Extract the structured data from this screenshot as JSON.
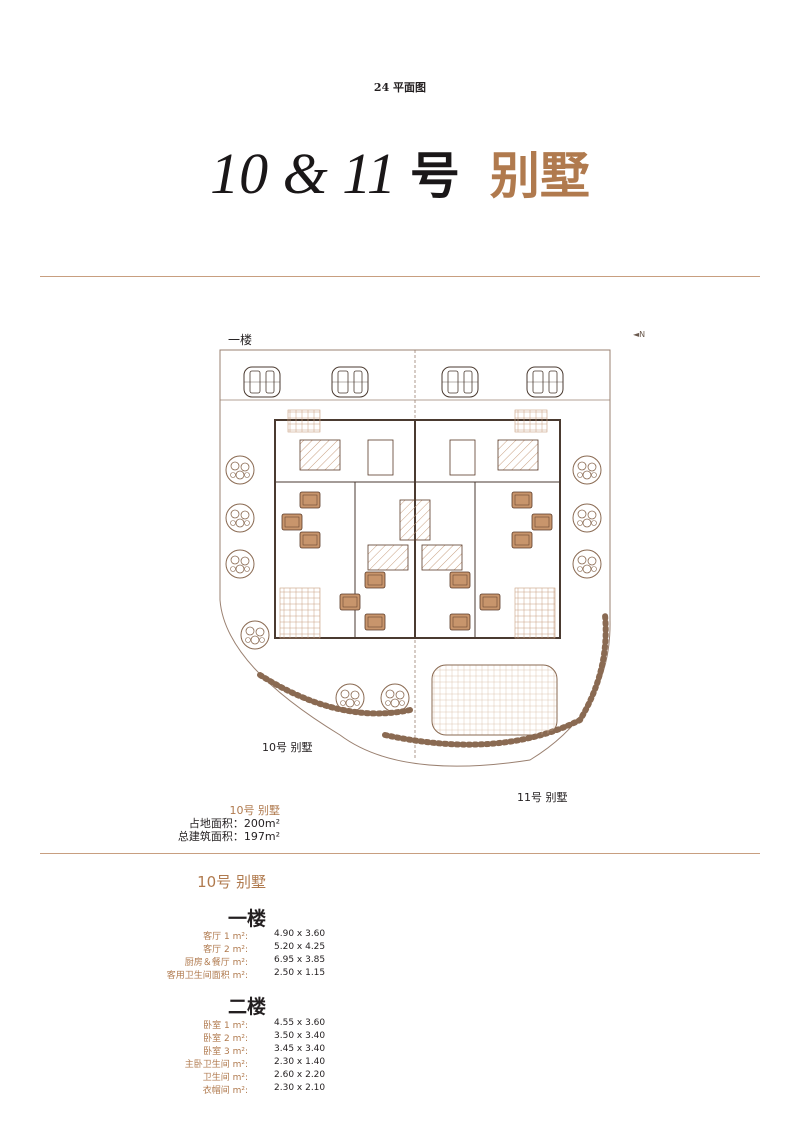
{
  "header": {
    "page_number": "24 平面图"
  },
  "title": {
    "number": "10 & 11",
    "hao": "号",
    "villa": "别墅"
  },
  "floor_plan": {
    "floor_label": "一楼",
    "compass": "◄N",
    "label_10": "10号 别墅",
    "label_11": "11号 别墅"
  },
  "info": {
    "name": "10号 别墅",
    "site_area": "占地面积：200m²",
    "total_area": "总建筑面积：197m²"
  },
  "room_list": {
    "villa_title": "10号  别墅",
    "floors": [
      {
        "title": "一楼",
        "rooms": [
          {
            "name": "客厅 1  m²:",
            "size": "4.90 x 3.60"
          },
          {
            "name": "客厅 2  m²:",
            "size": "5.20 x 4.25"
          },
          {
            "name": "厨房＆餐厅 m²:",
            "size": "6.95 x 3.85"
          },
          {
            "name": "客用卫生间面积 m²:",
            "size": "2.50 x 1.15"
          }
        ]
      },
      {
        "title": "二楼",
        "rooms": [
          {
            "name": "卧室  1  m²:",
            "size": "4.55 x 3.60"
          },
          {
            "name": "卧室  2  m²:",
            "size": "3.50 x 3.40"
          },
          {
            "name": "卧室  3  m²:",
            "size": "3.45 x 3.40"
          },
          {
            "name": "主卧卫生间  m²:",
            "size": "2.30 x 1.40"
          },
          {
            "name": "卫生间  m²:",
            "size": "2.60 x 2.20"
          },
          {
            "name": "衣帽间  m²:",
            "size": "2.30 x 2.10"
          }
        ]
      }
    ]
  },
  "colors": {
    "accent": "#b07a4e",
    "rule": "#c89f80",
    "text": "#231f20"
  }
}
